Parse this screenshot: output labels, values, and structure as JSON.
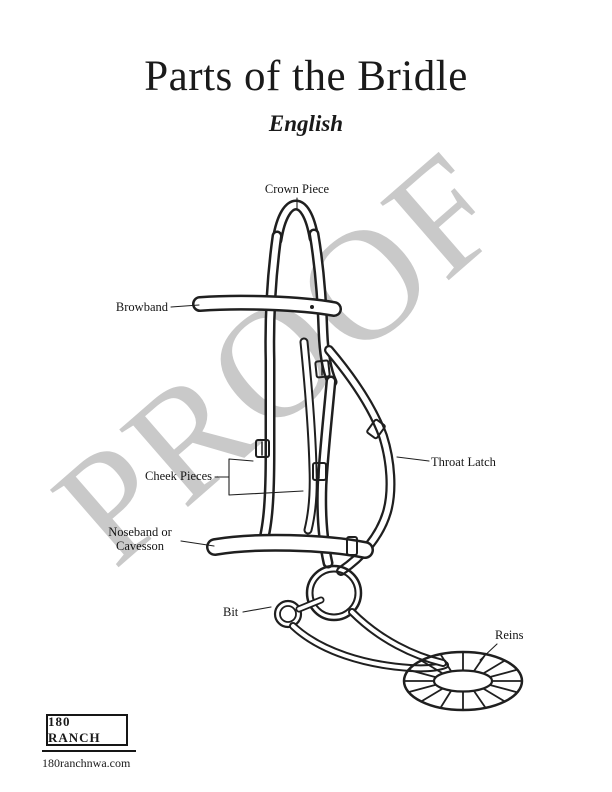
{
  "page": {
    "title": "Parts of the Bridle",
    "subtitle": "English",
    "watermark": "PROOF"
  },
  "labels": {
    "crown_piece": "Crown Piece",
    "browband": "Browband",
    "cheek_pieces": "Cheek Pieces",
    "throat_latch": "Throat Latch",
    "noseband_line1": "Noseband or",
    "noseband_line2": "Cavesson",
    "bit": "Bit",
    "reins": "Reins"
  },
  "footer": {
    "logo_text": "180 RANCH",
    "website": "180ranchnwa.com"
  },
  "colors": {
    "ink": "#1f1f1f",
    "watermark": "#c9c9c9"
  }
}
